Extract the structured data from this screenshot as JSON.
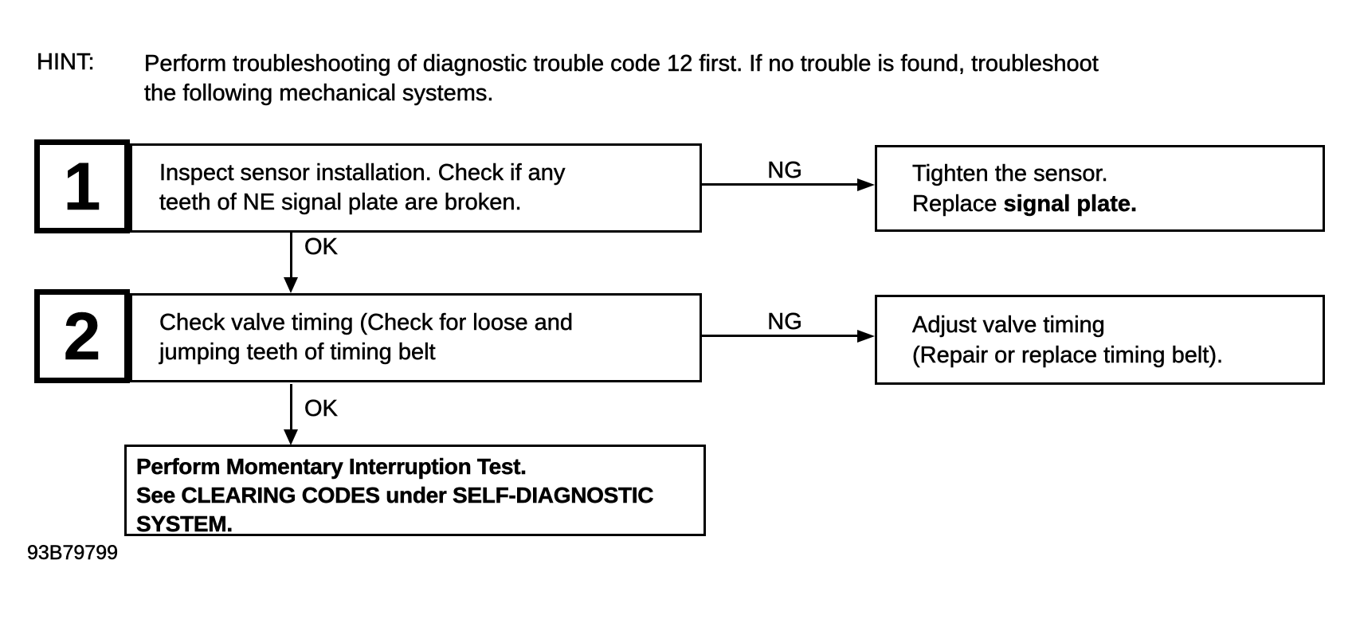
{
  "hint": {
    "label": "HINT:",
    "line1": "Perform troubleshooting of diagnostic trouble code 12 first. If no trouble is found, troubleshoot",
    "line2": "the following mechanical systems."
  },
  "steps": [
    {
      "number": "1",
      "action_line1": "Inspect sensor installation. Check if any",
      "action_line2": "teeth of NE signal plate are broken.",
      "ng_label": "NG",
      "ok_label": "OK",
      "result_line1": "Tighten the sensor.",
      "result_line2_prefix": "Replace ",
      "result_line2_emphasis": "signal plate."
    },
    {
      "number": "2",
      "action_line1": "Check valve timing (Check for loose and",
      "action_line2": "jumping teeth of timing belt",
      "ng_label": "NG",
      "ok_label": "OK",
      "result_line1": "Adjust valve timing",
      "result_line2": "(Repair or replace timing belt)."
    }
  ],
  "final_step": {
    "line1": "Perform Momentary Interruption Test.",
    "line2": "See CLEARING CODES under SELF-DIAGNOSTIC",
    "line3": "SYSTEM."
  },
  "figure_code": "93B79799",
  "colors": {
    "ink": "#000000",
    "paper": "#ffffff"
  }
}
